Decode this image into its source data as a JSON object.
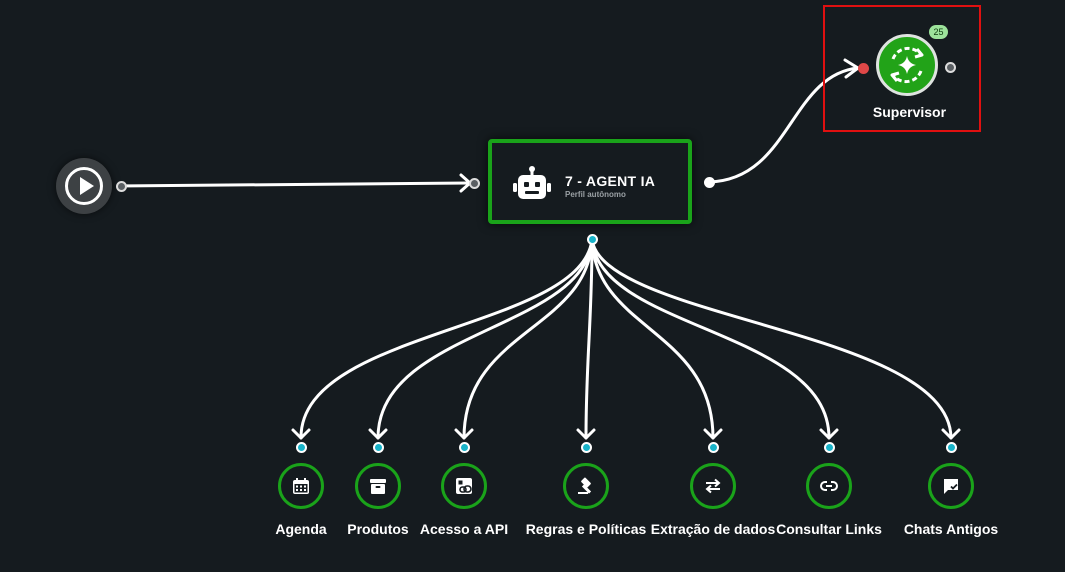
{
  "start_node": {
    "icon": "play-circle-icon"
  },
  "agent_node": {
    "title": "7 - AGENT IA",
    "subtitle": "Perfil autônomo",
    "icon": "robot-icon",
    "border_color": "#1aa31a"
  },
  "supervisor_node": {
    "label": "Supervisor",
    "badge": "25",
    "icon": "sync-sparkle-icon",
    "color": "#22a318",
    "highlight_color": "#e01010"
  },
  "tools": [
    {
      "label": "Agenda",
      "icon": "calendar-icon"
    },
    {
      "label": "Produtos",
      "icon": "archive-box-icon"
    },
    {
      "label": "Acesso a API",
      "icon": "api-link-icon"
    },
    {
      "label": "Regras e Políticas",
      "icon": "gavel-icon"
    },
    {
      "label": "Extração de dados",
      "icon": "swap-arrows-icon"
    },
    {
      "label": "Consultar Links",
      "icon": "link-icon"
    },
    {
      "label": "Chats Antigos",
      "icon": "chat-check-icon"
    }
  ],
  "colors": {
    "background": "#151b1f",
    "node_green": "#1aa31a",
    "handle_cyan": "#18b3c9",
    "handle_red": "#e04848"
  }
}
